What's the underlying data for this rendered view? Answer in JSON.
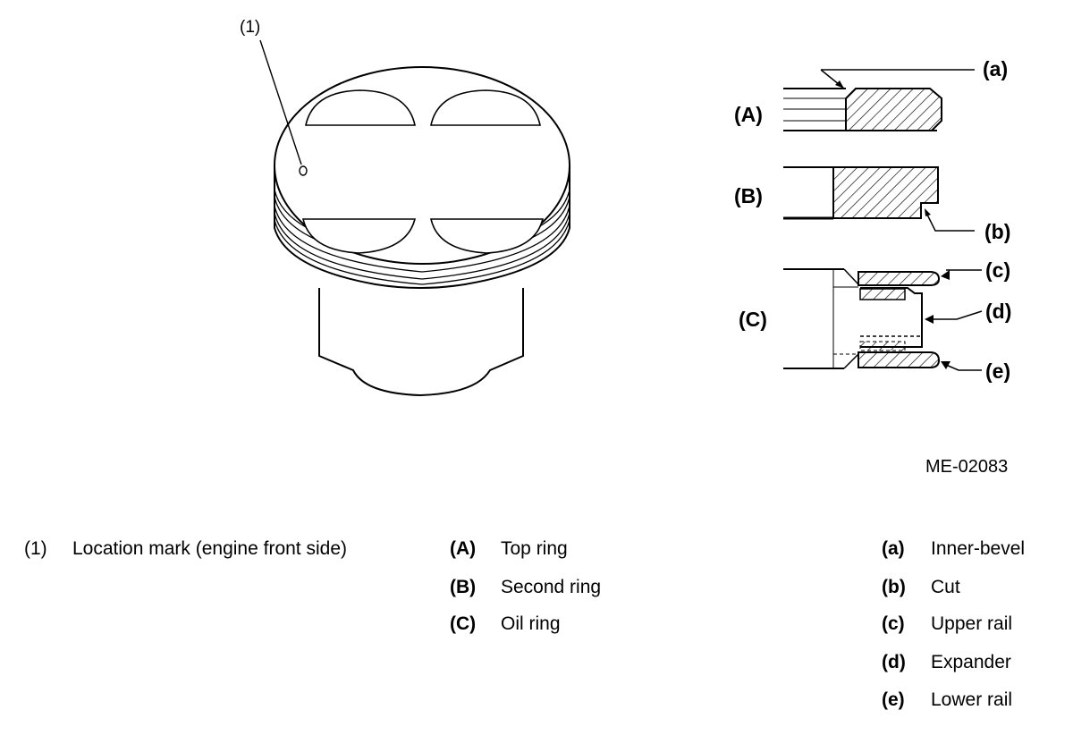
{
  "figure": {
    "callout_1": "(1)",
    "ring_labels": [
      "(A)",
      "(B)",
      "(C)"
    ],
    "detail_labels": [
      "(a)",
      "(b)",
      "(c)",
      "(d)",
      "(e)"
    ],
    "figure_id": "ME-02083"
  },
  "legend": {
    "col1": [
      {
        "code": "(1)",
        "desc": "Location mark (engine front side)"
      }
    ],
    "col2": [
      {
        "code": "(A)",
        "desc": "Top ring"
      },
      {
        "code": "(B)",
        "desc": "Second ring"
      },
      {
        "code": "(C)",
        "desc": "Oil ring"
      }
    ],
    "col3": [
      {
        "code": "(a)",
        "desc": "Inner-bevel"
      },
      {
        "code": "(b)",
        "desc": "Cut"
      },
      {
        "code": "(c)",
        "desc": "Upper rail"
      },
      {
        "code": "(d)",
        "desc": "Expander"
      },
      {
        "code": "(e)",
        "desc": "Lower rail"
      }
    ]
  }
}
